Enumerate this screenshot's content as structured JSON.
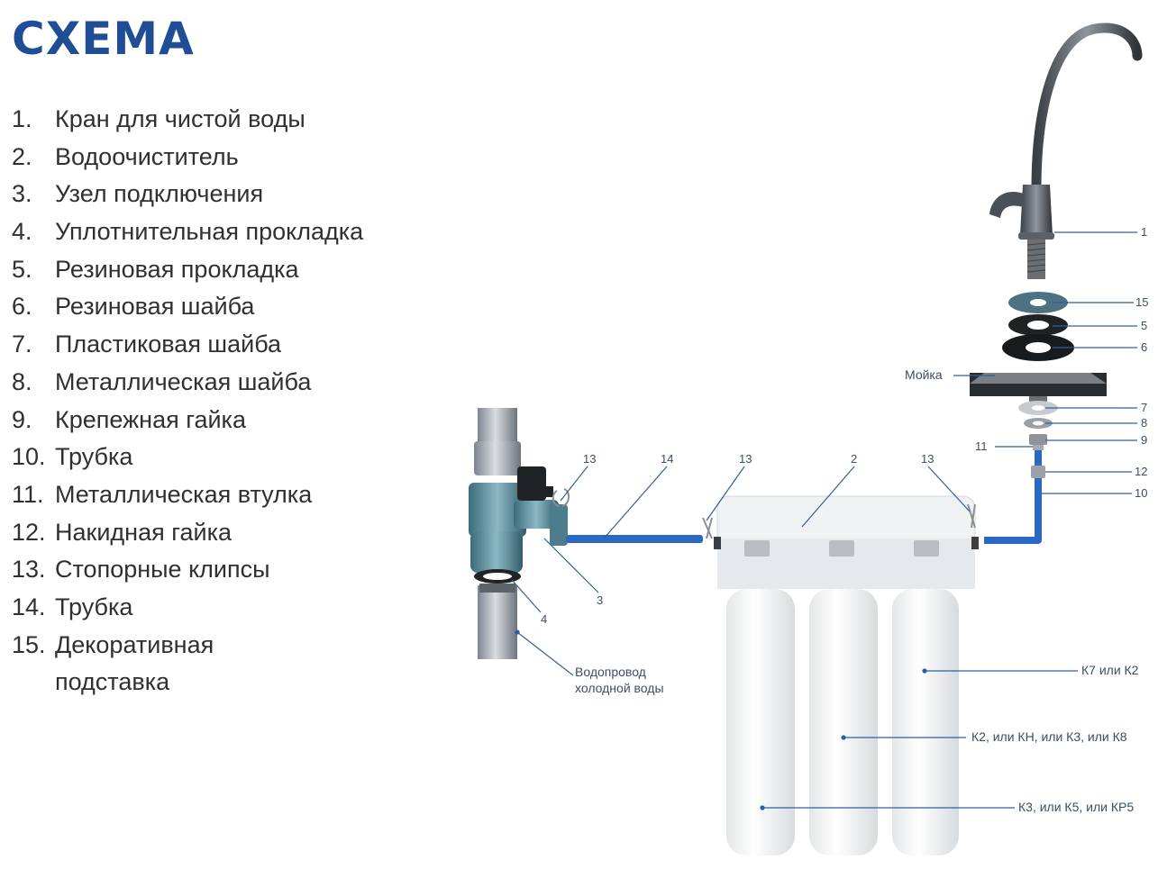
{
  "title": "СХЕМА",
  "legend": [
    {
      "num": "1.",
      "text": "Кран для чистой воды"
    },
    {
      "num": "2.",
      "text": "Водоочиститель"
    },
    {
      "num": "3.",
      "text": "Узел подключения"
    },
    {
      "num": "4.",
      "text": "Уплотнительная прокладка"
    },
    {
      "num": "5.",
      "text": "Резиновая прокладка"
    },
    {
      "num": "6.",
      "text": "Резиновая шайба"
    },
    {
      "num": "7.",
      "text": "Пластиковая шайба"
    },
    {
      "num": "8.",
      "text": "Металлическая шайба"
    },
    {
      "num": "9.",
      "text": "Крепежная гайка"
    },
    {
      "num": "10.",
      "text": "Трубка"
    },
    {
      "num": "11.",
      "text": "Металлическая втулка"
    },
    {
      "num": "12.",
      "text": "Накидная гайка"
    },
    {
      "num": "13.",
      "text": "Стопорные клипсы"
    },
    {
      "num": "14.",
      "text": "Трубка"
    },
    {
      "num": "15.",
      "text": "Декоративная",
      "cont": "подставка"
    }
  ],
  "callouts": {
    "c1": "1",
    "c15": "15",
    "c5": "5",
    "c6": "6",
    "sink": "Мойка",
    "c7": "7",
    "c8": "8",
    "c9": "9",
    "c11": "11",
    "c12": "12",
    "c10": "10",
    "c13a": "13",
    "c14": "14",
    "c13b": "13",
    "c2": "2",
    "c13c": "13",
    "c3": "3",
    "c4": "4",
    "water_line1": "Водопровод",
    "water_line2": "холодной воды",
    "cart1": "К7 или К2",
    "cart2": "К2, или КН, или К3, или К8",
    "cart3": "К3, или К5, или КР5"
  },
  "colors": {
    "title": "#1f4e96",
    "pipe": "#2b68c2",
    "leader": "#2f5ea3"
  }
}
